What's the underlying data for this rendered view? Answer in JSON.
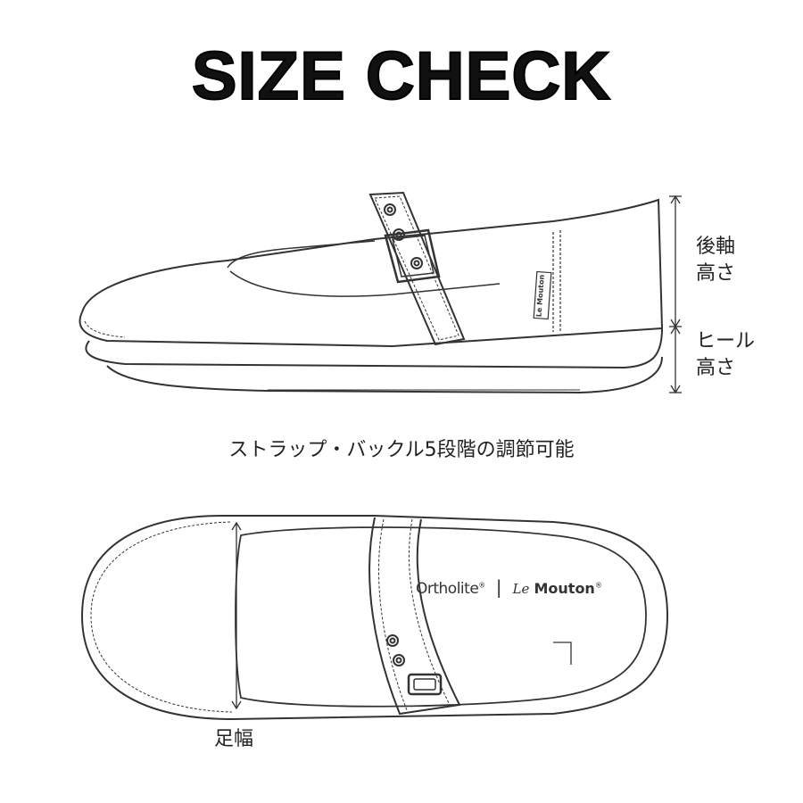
{
  "title": "SIZE CHECK",
  "labels": {
    "back_height": [
      "後軸",
      "高さ"
    ],
    "heel_height": [
      "ヒール",
      "高さ"
    ],
    "foot_width": "足幅"
  },
  "caption": "ストラップ・バックル5段階の調節可能",
  "logos": {
    "ortholite": "Ortholite",
    "registered": "®",
    "separator": "|",
    "le": "Le",
    "mouton": "Mouton",
    "side_tag": "Le Mouton"
  }
}
